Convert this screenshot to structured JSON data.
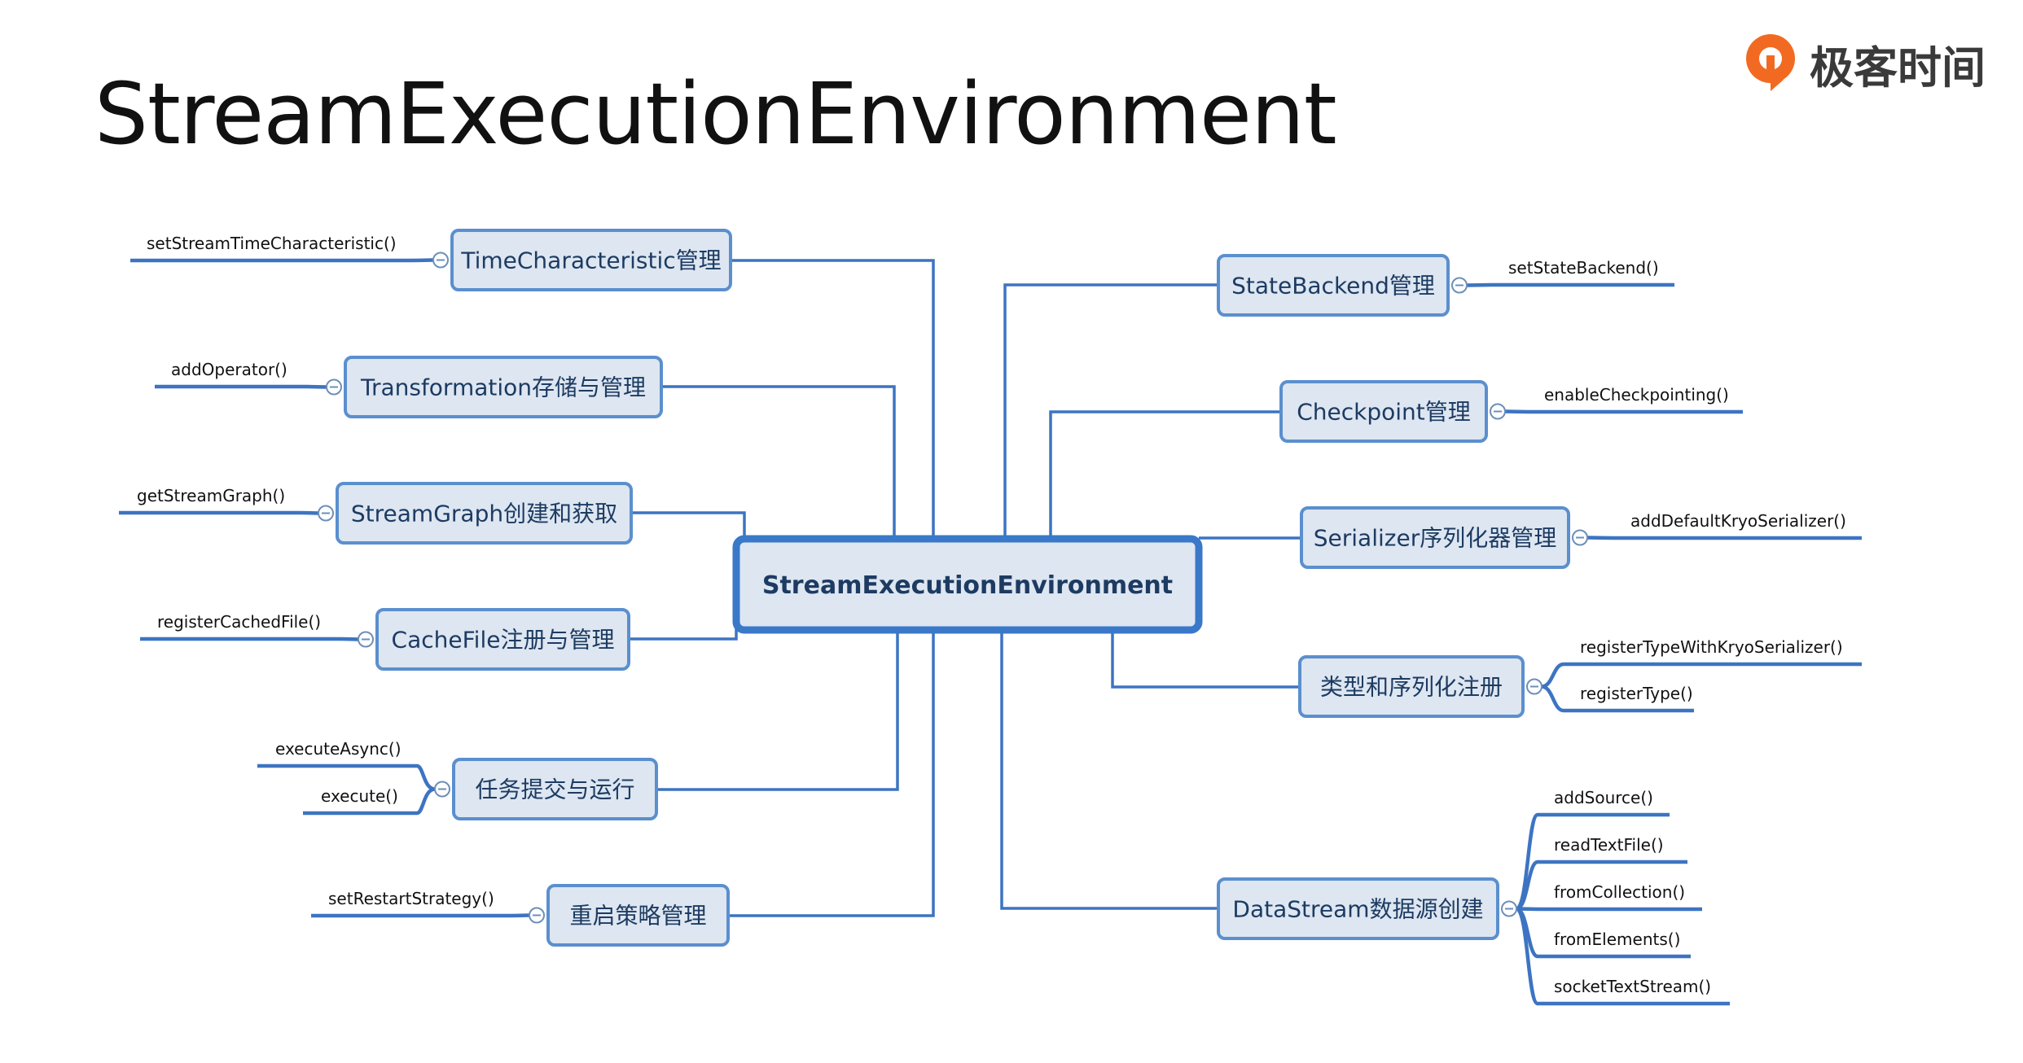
{
  "page": {
    "title": "StreamExecutionEnvironment"
  },
  "brand": {
    "name": "极客时间",
    "accent": "#f26a21"
  },
  "diagram": {
    "root": "StreamExecutionEnvironment",
    "nodes": [
      {
        "label": "TimeCharacteristic管理",
        "leaves": [
          "setStreamTimeCharacteristic()"
        ]
      },
      {
        "label": "Transformation存储与管理",
        "leaves": [
          "addOperator()"
        ]
      },
      {
        "label": "StreamGraph创建和获取",
        "leaves": [
          "getStreamGraph()"
        ]
      },
      {
        "label": "CacheFile注册与管理",
        "leaves": [
          "registerCachedFile()"
        ]
      },
      {
        "label": "任务提交与运行",
        "leaves": [
          "executeAsync()",
          "execute()"
        ]
      },
      {
        "label": "重启策略管理",
        "leaves": [
          "setRestartStrategy()"
        ]
      },
      {
        "label": "StateBackend管理",
        "leaves": [
          "setStateBackend()"
        ]
      },
      {
        "label": "Checkpoint管理",
        "leaves": [
          "enableCheckpointing()"
        ]
      },
      {
        "label": "Serializer序列化器管理",
        "leaves": [
          "addDefaultKryoSerializer()"
        ]
      },
      {
        "label": "类型和序列化注册",
        "leaves": [
          "registerTypeWithKryoSerializer()",
          "registerType()"
        ]
      },
      {
        "label": "DataStream数据源创建",
        "leaves": [
          "addSource()",
          "readTextFile()",
          "fromCollection()",
          "fromElements()",
          "socketTextStream()"
        ]
      }
    ]
  }
}
